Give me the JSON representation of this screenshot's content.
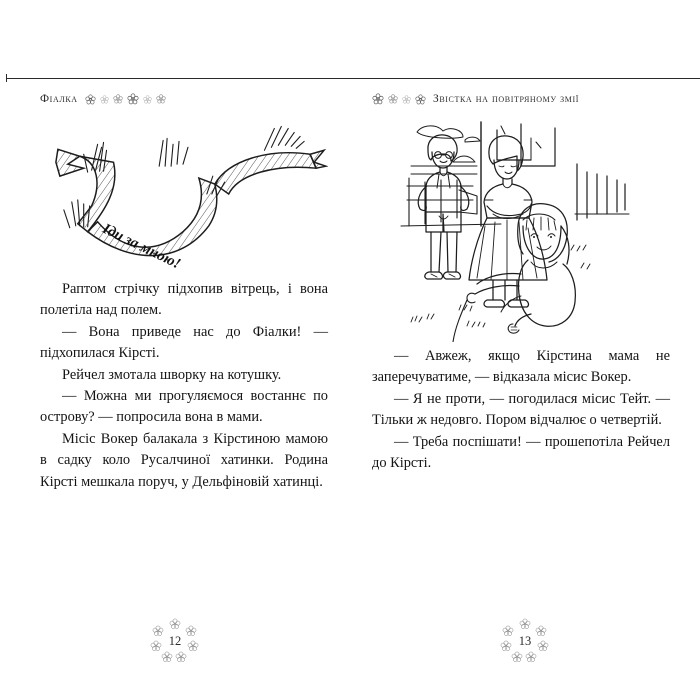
{
  "book": {
    "left_page": {
      "running_head": "Фіалка",
      "running_head_flower_count": 6,
      "illustration": {
        "name": "ribbon-banner-in-grass",
        "ribbon_text": "Іди за мною!"
      },
      "paragraphs": [
        "Раптом стрічку підхопив вітрець, і вона полетіла над полем.",
        "— Вона приведе нас до Фіалки! — підхопилася Кірсті.",
        "Рейчел змотала шворку на котушку.",
        "— Можна ми прогуляємося востаннє по острову? — попросила вона в мами.",
        "Місіс Вокер балакала з Кірстиною мамою в садку коло Русалчиної хатинки. Родина Кірсті мешкала поруч, у Дельфіновій хатинці."
      ],
      "page_number": "12"
    },
    "right_page": {
      "running_head": "Звістка на повітряному змії",
      "running_head_flower_count": 4,
      "illustration": {
        "name": "three-figures-in-garden-with-kite"
      },
      "paragraphs": [
        "— Авжеж, якщо Кірстина мама не заперечуватиме, — відказала місис Вокер.",
        "— Я не проти, — погодилася місис Тейт. — Тільки ж недовго. Пором відчалює о четвертій.",
        "— Треба поспішати! — прошепотіла Рейчел до Кірсті."
      ],
      "page_number": "13"
    },
    "colors": {
      "ink": "#141414",
      "rule": "#2b2b2b",
      "paper": "#ffffff",
      "flower_gray": "#6a6a6a"
    }
  }
}
